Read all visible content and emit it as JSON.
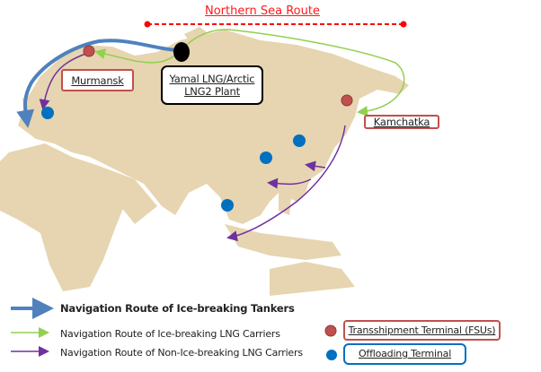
{
  "title": "Northern Sea Route",
  "labels": {
    "murmansk": "Murmansk",
    "plant": "Yamal LNG/Arctic LNG2 Plant",
    "kamchatka": "Kamchatka"
  },
  "legend": {
    "routes": [
      {
        "label": "Navigation Route of Ice-breaking Tankers",
        "color": "#4f81bd"
      },
      {
        "label": "Navigation Route of Ice-breaking LNG Carriers",
        "color": "#92d050"
      },
      {
        "label": "Navigation Route of Non-Ice-breaking LNG Carriers",
        "color": "#7030a0"
      }
    ],
    "terminals": [
      {
        "label": "Transshipment Terminal (FSUs)",
        "color": "#c0504d"
      },
      {
        "label": "Offloading Terminal",
        "color": "#0070c0"
      }
    ]
  },
  "colors": {
    "land": "#e6d5b0",
    "nsr": "#ff0000"
  }
}
